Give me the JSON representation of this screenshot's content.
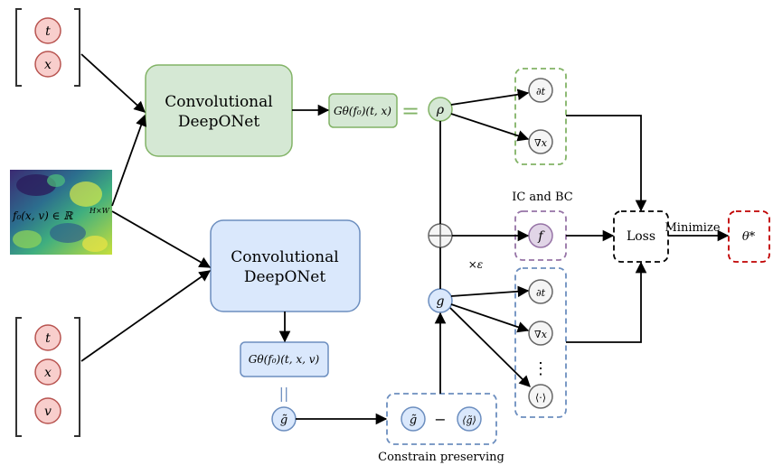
{
  "input_top": {
    "t": "t",
    "x": "x"
  },
  "input_bottom": {
    "t": "t",
    "x": "x",
    "v": "v"
  },
  "heatmap_label": "f₀(x, v) ∈ ℝ",
  "heatmap_sup": "H×W",
  "net_top": {
    "line1": "Convolutional",
    "line2": "DeepONet"
  },
  "net_bottom": {
    "line1": "Convolutional",
    "line2": "DeepONet"
  },
  "out_top": "Gθ(f₀)(t, x)",
  "out_bottom": "Gθ(f₀)(t, x, v)",
  "equals_top": "=",
  "equals_bottom": "||",
  "rho": "ρ",
  "g": "g",
  "g_tilde": "g̃",
  "g_tilde_inner": "g̃",
  "minus": "−",
  "g_mean": "⟨g̃⟩",
  "plus": "⊕",
  "times_eps": "×ε",
  "rho_ops": [
    "∂t",
    "∇x"
  ],
  "g_ops": [
    "∂t",
    "∇x",
    "⋮",
    "⟨·⟩"
  ],
  "f": "f",
  "ic_bc": "IC and BC",
  "loss": "Loss",
  "minimize": "Minimize",
  "theta_star": "θ*",
  "constrain_label": "Constrain preserving",
  "colors": {
    "green_fill": "#d5e8d4",
    "green_stroke": "#82b366",
    "blue_fill": "#dae8fc",
    "blue_stroke": "#6c8ebf",
    "red_fill": "#f8cecc",
    "red_stroke": "#b85450",
    "purple_fill": "#e1d5e7",
    "purple_stroke": "#9673a6",
    "gray_fill": "#f5f5f5",
    "gray_stroke": "#666666",
    "theta_stroke": "#c00000"
  }
}
